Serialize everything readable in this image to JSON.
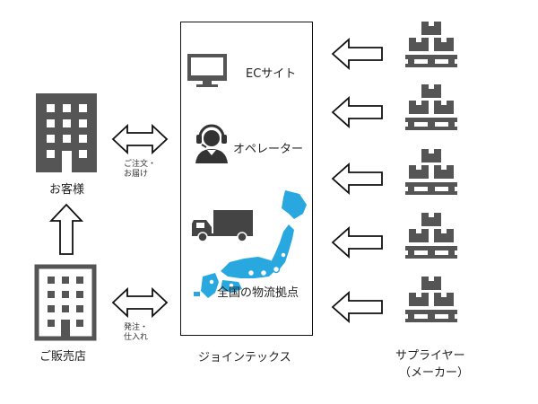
{
  "customer": {
    "label": "お客様"
  },
  "retailer": {
    "label": "ご販売店"
  },
  "platform": {
    "label": "ジョインテックス"
  },
  "supplier": {
    "label_line1": "サプライヤー",
    "label_line2": "（メーカー）"
  },
  "services": {
    "ec": "ECサイト",
    "operator": "オペレーター",
    "logistics": "全国の物流拠点"
  },
  "flows": {
    "customer_note_line1": "ご注文・",
    "customer_note_line2": "お届け",
    "retailer_note_line1": "発注・",
    "retailer_note_line2": "仕入れ"
  },
  "colors": {
    "dark_gray": "#555555",
    "accent_blue": "#29a8e0",
    "line": "#111111"
  },
  "icons": [
    "building-icon",
    "monitor-icon",
    "operator-headset-icon",
    "truck-icon",
    "japan-map-icon",
    "pallet-boxes-icon"
  ]
}
